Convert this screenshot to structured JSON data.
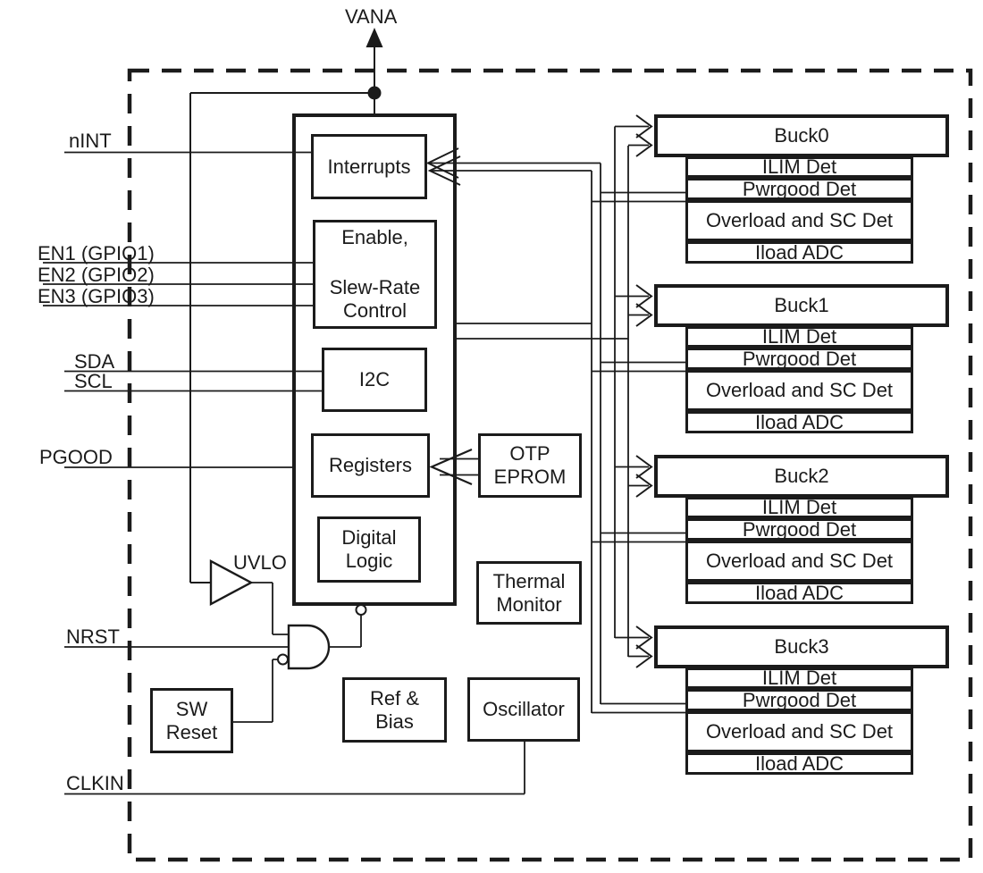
{
  "diagram": {
    "supply_label": "VANA",
    "pins": {
      "nint": "nINT",
      "en1": "EN1 (GPIO1)",
      "en2": "EN2 (GPIO2)",
      "en3": "EN3 (GPIO3)",
      "sda": "SDA",
      "scl": "SCL",
      "pgood": "PGOOD",
      "nrst": "NRST",
      "clkin": "CLKIN"
    },
    "blocks": {
      "interrupts": "Interrupts",
      "enable_line1": "Enable,",
      "enable_line2": "Slew-Rate",
      "enable_line3": "Control",
      "i2c": "I2C",
      "registers": "Registers",
      "digital_line1": "Digital",
      "digital_line2": "Logic",
      "otp_line1": "OTP",
      "otp_line2": "EPROM",
      "thermal_line1": "Thermal",
      "thermal_line2": "Monitor",
      "sw_line1": "SW",
      "sw_line2": "Reset",
      "ref_line1": "Ref &",
      "ref_line2": "Bias",
      "oscillator": "Oscillator",
      "uvlo": "UVLO"
    },
    "bucks": [
      {
        "name": "Buck0",
        "sub": [
          "ILIM Det",
          "Pwrgood Det",
          "Overload and SC Det",
          "Iload ADC"
        ]
      },
      {
        "name": "Buck1",
        "sub": [
          "ILIM Det",
          "Pwrgood Det",
          "Overload and SC Det",
          "Iload ADC"
        ]
      },
      {
        "name": "Buck2",
        "sub": [
          "ILIM Det",
          "Pwrgood Det",
          "Overload and SC Det",
          "Iload ADC"
        ]
      },
      {
        "name": "Buck3",
        "sub": [
          "ILIM Det",
          "Pwrgood Det",
          "Overload and SC Det",
          "Iload ADC"
        ]
      }
    ],
    "colors": {
      "line": "#1b1b1b",
      "background": "#ffffff"
    }
  }
}
